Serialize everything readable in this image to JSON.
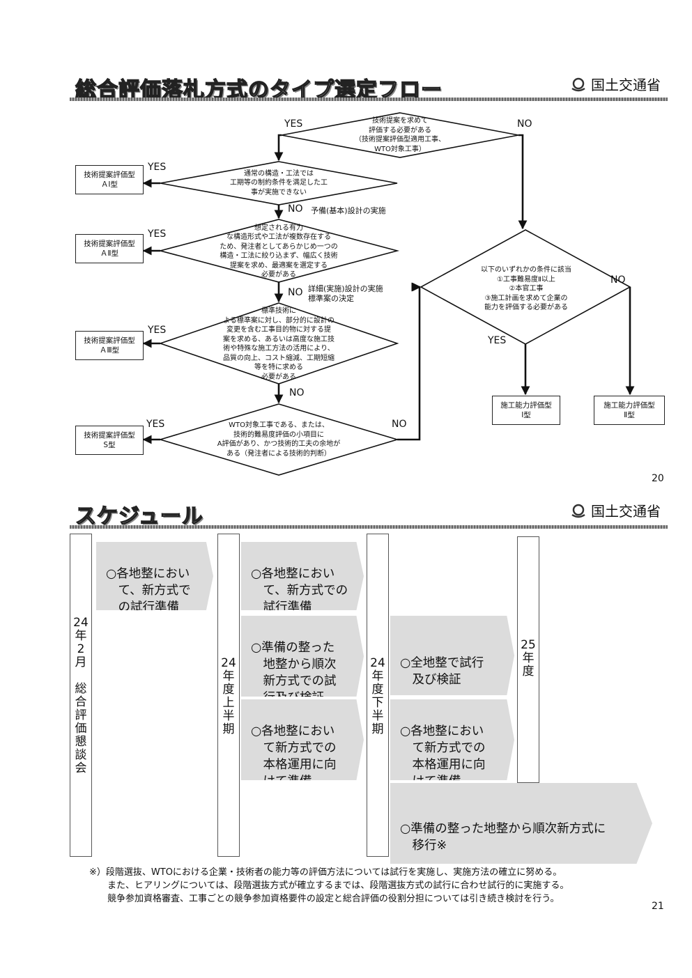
{
  "slide1": {
    "title": "総合評価落札方式のタイプ選定フロー",
    "ministry": "国土交通省",
    "page_number": "20",
    "decisions": {
      "d1": "技術提案を求めて\n評価する必要がある\n（技術提案評価型適用工事、\nWTO対象工事）",
      "d2": "通常の構造・工法では\n工期等の制約条件を満足した工\n事が実施できない",
      "d3": "想定される有力\nな構造形式や工法が複数存在する\nため、発注者としてあらかじめ一つの\n構造・工法に絞り込まず、幅広く技術\n提案を求め、最適案を選定する\n必要がある",
      "d4": "標準技術に\nよる標準案に対し、部分的に設計の\n変更を含む工事目的物に対する提\n案を求める、あるいは高度な施工技\n術や特殊な施工方法の活用により、\n品質の向上、コスト縮減、工期短縮\n等を特に求める\n必要がある",
      "d5": "WTO対象工事である、または、\n技術的難易度評価の小項目に\nA評価があり、かつ技術的工夫の余地が\nある（発注者による技術的判断）",
      "d6": "以下のいずれかの条件に該当\n①工事難易度Ⅱ以上\n②本官工事\n③施工計画を求めて企業の\n能力を評価する必要がある"
    },
    "outcomes": {
      "a1": "技術提案評価型\nＡⅠ型",
      "a2": "技術提案評価型\nＡⅡ型",
      "a3": "技術提案評価型\nＡⅢ型",
      "s": "技術提案評価型\nS型",
      "c1": "施工能力評価型\nⅠ型",
      "c2": "施工能力評価型\nⅡ型"
    },
    "labels": {
      "yes": "YES",
      "no": "NO",
      "step1": "予備(基本)設計の実施",
      "step2": "詳細(実施)設計の実施\n標準案の決定"
    }
  },
  "slide2": {
    "title": "スケジュール",
    "ministry": "国土交通省",
    "page_number": "21",
    "columns": [
      "24\n年\n2\n月\n\n総\n合\n評\n価\n懇\n談\n会",
      "24\n年\n度\n上\n半\n期",
      "24\n年\n度\n下\n半\n期",
      "25\n年\n度"
    ],
    "tasks": {
      "t1": "○各地整におい\n　て、新方式で\n　の試行準備",
      "t2": "○各地整におい\n　て、新方式での\n　試行準備",
      "t3": "○準備の整った\n　地整から順次\n　新方式での試\n　行及び検証",
      "t4": "○各地整におい\n　て新方式での\n　本格運用に向\n　けて準備",
      "t5": "○全地整で試行\n　及び検証",
      "t6": "○各地整におい\n　て新方式での\n　本格運用に向\n　けて準備",
      "t7": "○準備の整った地整から順次新方式に\n　移行※"
    },
    "footnote": "※）段階選抜、WTOにおける企業・技術者の能力等の評価方法については試行を実施し、実施方法の確立に努める。\n　　また、ヒアリングについては、段階選抜方式が確立するまでは、段階選抜方式の試行に合わせ試行的に実施する。\n　　競争参加資格審査、工事ごとの競争参加資格要件の設定と総合評価の役割分担については引き続き検討を行う。"
  }
}
